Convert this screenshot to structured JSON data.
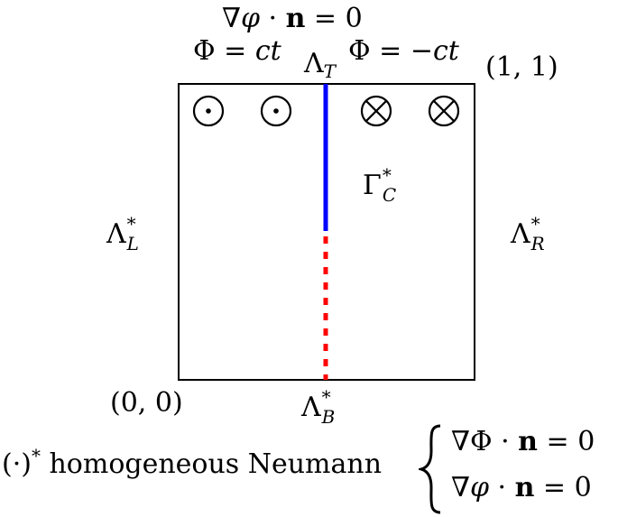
{
  "top_condition": {
    "nabla": "∇",
    "phi": "φ",
    "dot": " · ",
    "n": "n",
    "eq": " = 0"
  },
  "phi_left": {
    "symbol": "Φ",
    "eq": " = ",
    "value": "ct"
  },
  "phi_right": {
    "symbol": "Φ",
    "eq": " = −",
    "value": "ct"
  },
  "lambda_top": {
    "symbol": "Λ",
    "sub": "T"
  },
  "corner_top_right": "(1, 1)",
  "corner_bottom_left": "(0, 0)",
  "lambda_left": {
    "symbol": "Λ",
    "sup": "*",
    "sub": "L"
  },
  "lambda_right": {
    "symbol": "Λ",
    "sup": "*",
    "sub": "R"
  },
  "lambda_bottom": {
    "symbol": "Λ",
    "sup": "*",
    "sub": "B"
  },
  "gamma_c": {
    "symbol": "Γ",
    "sup": "*",
    "sub": "C"
  },
  "legend": {
    "prefix": "(·)",
    "prefix_sup": "*",
    "text": " homogeneous Neumann",
    "eq1": {
      "nabla": "∇",
      "sym": "Φ",
      "dot": " · ",
      "n": "n",
      "eq": " = 0"
    },
    "eq2": {
      "nabla": "∇",
      "sym": "φ",
      "dot": " · ",
      "n": "n",
      "eq": " = 0"
    }
  },
  "colors": {
    "conductor_solid": "#0000ff",
    "conductor_dotted": "#ff0000",
    "frame": "#000000"
  },
  "icons": {
    "out_of_page": "circle-dot-icon",
    "into_page": "circle-cross-icon"
  }
}
